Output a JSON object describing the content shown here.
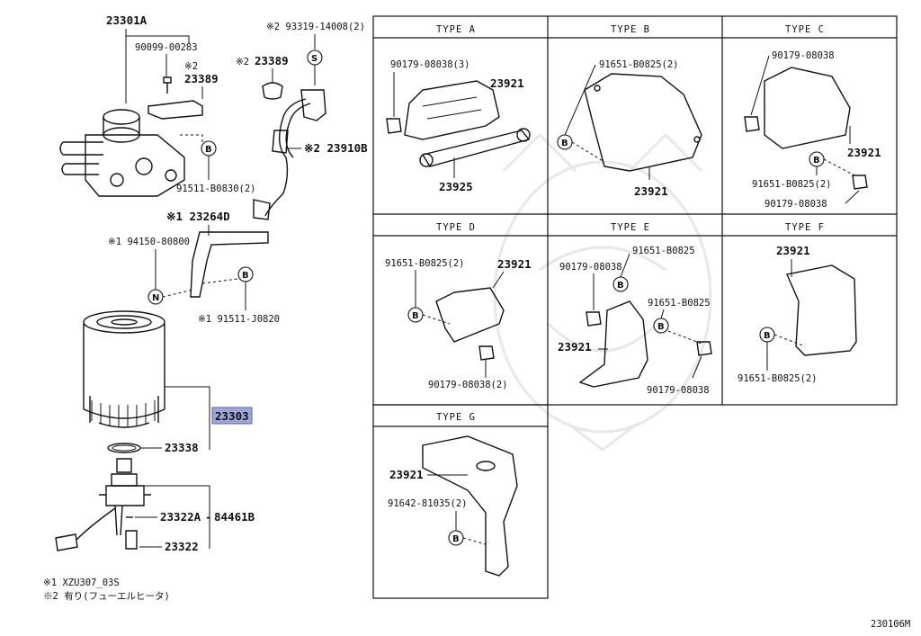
{
  "parts_left": {
    "p23301A": "23301A",
    "p90099": "90099-00283",
    "note2_a": "※2",
    "p23389a": "23389",
    "p91511": "91511-B0830(2)",
    "p93319": "※2 93319-14008(2)",
    "p23389b_note": "※2",
    "p23389b": "23389",
    "p23910B": "※2 23910B",
    "p23264D": "※1 23264D",
    "p94150": "※1 94150-80800",
    "p91511J": "※1 91511-J0820",
    "p23303": "23303",
    "p23338": "23338",
    "p23322A": "23322A",
    "p84461B": "84461B",
    "p23322": "23322"
  },
  "symbols": {
    "B": "B",
    "S": "S",
    "N": "N"
  },
  "types": {
    "A": {
      "header": "TYPE A",
      "bolt": "90179-08038(3)",
      "bracket": "23921",
      "rod": "23925"
    },
    "B": {
      "header": "TYPE B",
      "bolt": "91651-B0825(2)",
      "bracket": "23921"
    },
    "C": {
      "header": "TYPE C",
      "nut_top": "90179-08038",
      "bracket": "23921",
      "bolt": "91651-B0825(2)",
      "nut_bottom": "90179-08038"
    },
    "D": {
      "header": "TYPE D",
      "bolt": "91651-B0825(2)",
      "bracket": "23921",
      "nut": "90179-08038(2)"
    },
    "E": {
      "header": "TYPE E",
      "nut_top": "90179-08038",
      "bolt_top": "91651-B0825",
      "bolt_mid": "91651-B0825",
      "bracket": "23921",
      "nut_bottom": "90179-08038"
    },
    "F": {
      "header": "TYPE F",
      "bracket": "23921",
      "bolt": "91651-B0825(2)"
    },
    "G": {
      "header": "TYPE G",
      "bracket": "23921",
      "bolt": "91642-81035(2)"
    }
  },
  "footnotes": {
    "n1": "※1 XZU307_03S",
    "n2": "※2 有り(フューエルヒータ)"
  },
  "diagram_id": "230106M",
  "colors": {
    "highlight": "#9ea6d8",
    "line": "#111111"
  }
}
